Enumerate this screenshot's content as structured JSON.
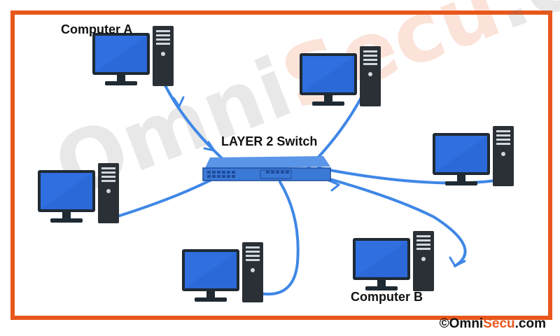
{
  "labels": {
    "computer_a": "Computer A",
    "computer_b": "Computer B",
    "switch": "LAYER 2 Switch"
  },
  "watermark": {
    "part1": "Omni",
    "part2": "Secu",
    "part3": ".com"
  },
  "copyright": {
    "symbol": "©",
    "brand_part1": "Omni",
    "brand_part2": "Secu",
    "brand_part3": ".com"
  },
  "colors": {
    "frame": "#e8571c",
    "cable": "#3f87e6",
    "monitor_screen": "#2f6fe0",
    "monitor_frame": "#1f2a33",
    "switch_body": "#3b79d6",
    "tower": "#2a3035"
  }
}
